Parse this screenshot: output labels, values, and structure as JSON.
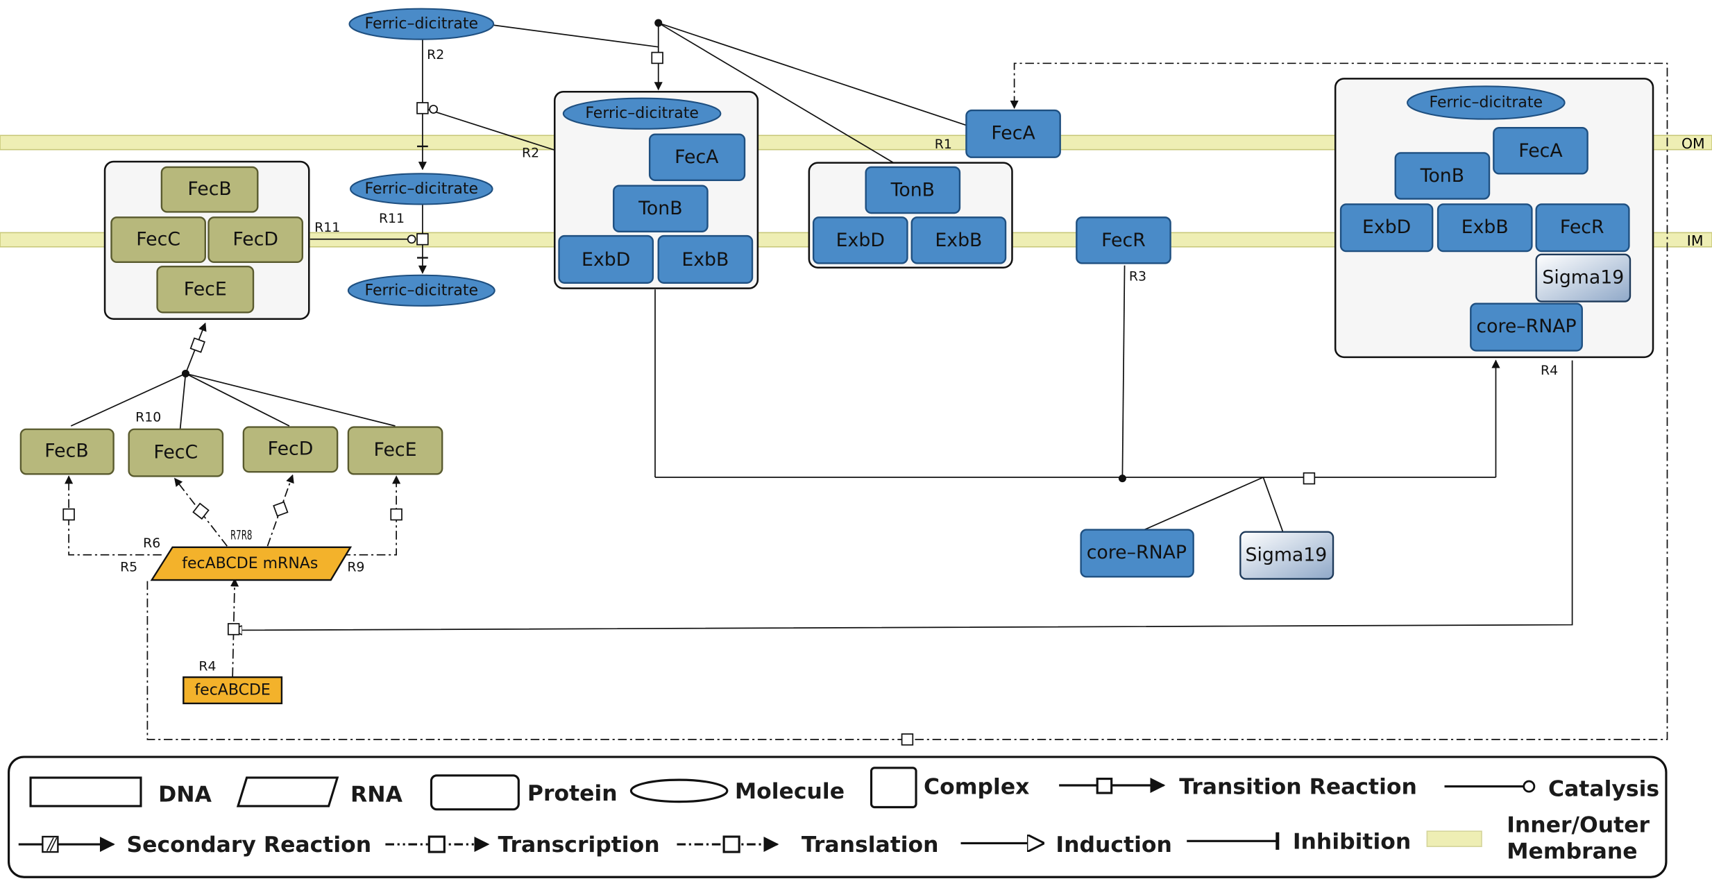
{
  "membranes": {
    "om": "OM",
    "im": "IM"
  },
  "colors": {
    "protein_blue": "#4a8bc8",
    "protein_blue_border": "#1e4f80",
    "protein_olive": "#b7b87c",
    "protein_olive_border": "#595a2e",
    "rna_dna_orange": "#f3b22b",
    "membrane_yellow": "#eeeeb4",
    "sigma_gradient_start": "#ffffff",
    "sigma_gradient_end": "#8fa8c8",
    "complex_fill": "#f6f6f6"
  },
  "nodes": {
    "mol_fd_top": "Ferric–dicitrate",
    "mol_fd_mid": "Ferric–dicitrate",
    "mol_fd_bot": "Ferric–dicitrate",
    "c2_fd": "Ferric–dicitrate",
    "c2_feca": "FecA",
    "c2_tonb": "TonB",
    "c2_exbd": "ExbD",
    "c2_exbb": "ExbB",
    "c3_tonb": "TonB",
    "c3_exbd": "ExbD",
    "c3_exbb": "ExbB",
    "feca_om": "FecA",
    "fecr_im": "FecR",
    "c1_fecb": "FecB",
    "c1_fecc": "FecC",
    "c1_fecd": "FecD",
    "c1_fece": "FecE",
    "fecb": "FecB",
    "fecc": "FecC",
    "fecd": "FecD",
    "fece": "FecE",
    "mrna": "fecABCDE mRNAs",
    "gene": "fecABCDE",
    "core_rnap": "core–RNAP",
    "sigma19": "Sigma19",
    "c4_fd": "Ferric–dicitrate",
    "c4_feca": "FecA",
    "c4_tonb": "TonB",
    "c4_exbd": "ExbD",
    "c4_exbb": "ExbB",
    "c4_fecr": "FecR",
    "c4_sigma": "Sigma19",
    "c4_rnap": "core–RNAP"
  },
  "reactions": {
    "r2a": "R2",
    "r2b": "R2",
    "r1": "R1",
    "r11a": "R11",
    "r11b": "R11",
    "r3": "R3",
    "r4a": "R4",
    "r4b": "R4",
    "r10": "R10",
    "r6": "R6",
    "r5": "R5",
    "r78": "R7R8",
    "r9": "R9"
  },
  "legend": {
    "dna": "DNA",
    "rna": "RNA",
    "protein": "Protein",
    "molecule": "Molecule",
    "complex": "Complex",
    "transition": "Transition Reaction",
    "catalysis": "Catalysis",
    "secondary": "Secondary Reaction",
    "transcription": "Transcription",
    "translation": "Translation",
    "induction": "Induction",
    "inhibition": "Inhibition",
    "membrane_line1": "Inner/Outer",
    "membrane_line2": "Membrane"
  }
}
